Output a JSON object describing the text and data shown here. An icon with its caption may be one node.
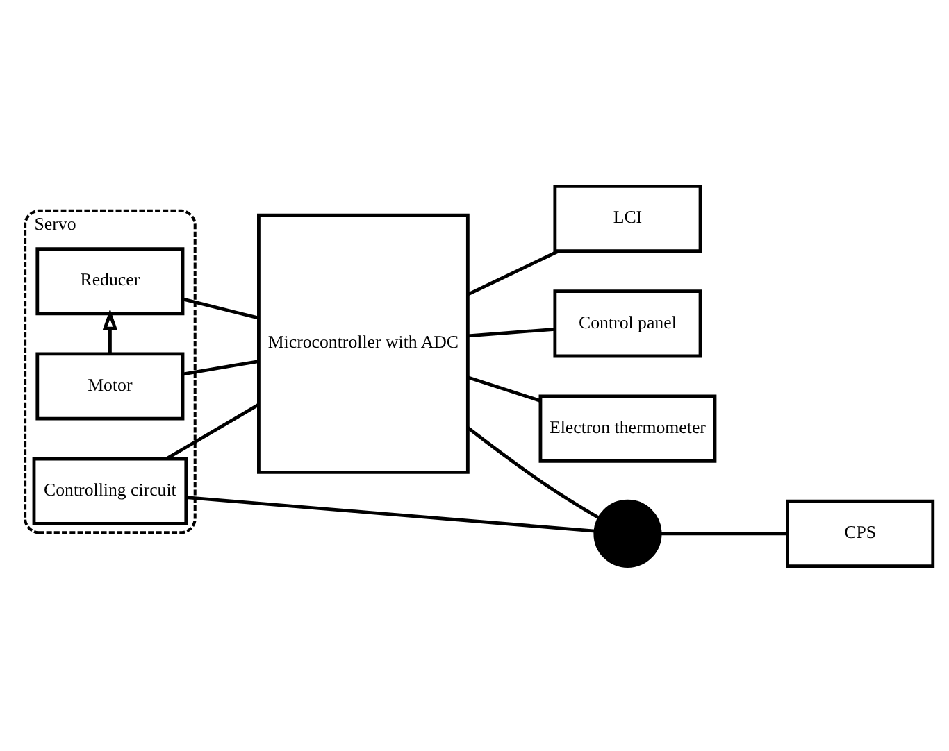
{
  "diagram": {
    "nodes": [
      {
        "text": [
          "Servo"
        ]
      },
      {
        "text": [
          "Reducer"
        ],
        "in": 0
      },
      {
        "text": [
          "Motor"
        ],
        "in": 0
      },
      {
        "text": [
          "Controlling circuit"
        ],
        "in": 0
      },
      {
        "text": [
          "Microcontroller with ADC"
        ]
      },
      {
        "text": [
          "LCI"
        ]
      },
      {
        "text": [
          "Control panel"
        ]
      },
      {
        "text": [
          "Electron thermometer"
        ]
      },
      {
        "text": [],
        "shape": "circle"
      },
      {
        "text": [
          "CPS"
        ]
      }
    ],
    "edges": [
      {
        "from": 2,
        "to": 1,
        "arrow": "to"
      },
      {
        "from": 1,
        "to": 4,
        "arrow": "none"
      },
      {
        "from": 2,
        "to": 4,
        "arrow": "none"
      },
      {
        "from": 3,
        "to": 4,
        "arrow": "none"
      },
      {
        "from": 4,
        "to": 5,
        "arrow": "none"
      },
      {
        "from": 4,
        "to": 6,
        "arrow": "none"
      },
      {
        "from": 4,
        "to": 7,
        "arrow": "none"
      },
      {
        "from": 3,
        "to": 8,
        "arrow": "none"
      },
      {
        "from": 4,
        "to": 8,
        "arrow": "none"
      },
      {
        "from": 8,
        "to": 9,
        "arrow": "none"
      }
    ]
  }
}
